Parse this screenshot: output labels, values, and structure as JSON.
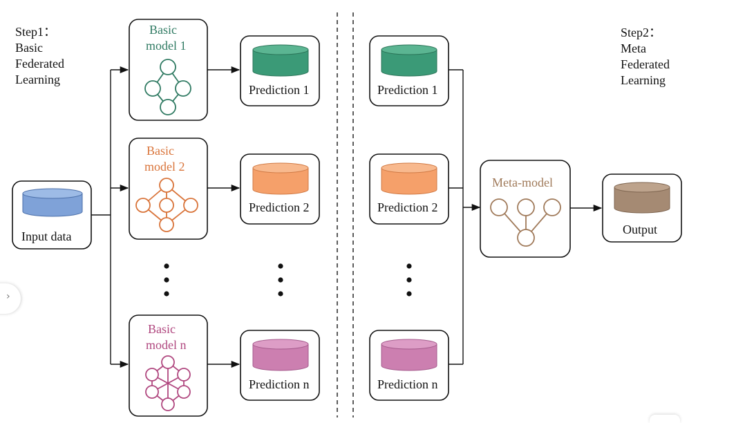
{
  "step1": {
    "lines": [
      "Step1：",
      "Basic",
      "Federated",
      "Learning"
    ]
  },
  "step2": {
    "lines": [
      "Step2：",
      "Meta",
      "Federated",
      "Learning"
    ]
  },
  "input": {
    "label": "Input data",
    "color": "#7fa2d8"
  },
  "models": [
    {
      "line1": "Basic",
      "line2": "model 1",
      "color": "#2f7a62"
    },
    {
      "line1": "Basic",
      "line2": "model 2",
      "color": "#d9743a"
    },
    {
      "line1": "Basic",
      "line2": "model n",
      "color": "#b0477f"
    }
  ],
  "predictions": [
    {
      "label": "Prediction 1",
      "color": "#3b9a77"
    },
    {
      "label": "Prediction 2",
      "color": "#f5a06a"
    },
    {
      "label": "Prediction n",
      "color": "#cc7fb0"
    }
  ],
  "meta": {
    "label": "Meta-model",
    "color": "#a07a5a"
  },
  "output": {
    "label": "Output",
    "color": "#a58a73"
  },
  "side_tab": {
    "glyph": "›"
  }
}
